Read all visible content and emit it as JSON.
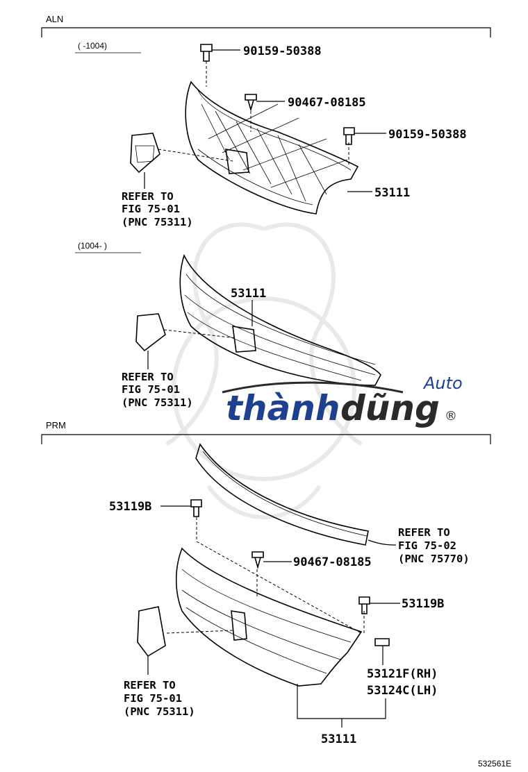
{
  "sections": {
    "aln": {
      "label": "ALN",
      "early": {
        "range": "(      -1004)",
        "parts": [
          "90159-50388",
          "90467-08185",
          "90159-50388",
          "53111"
        ],
        "refer": [
          "REFER TO",
          "FIG 75-01",
          "(PNC 75311)"
        ]
      },
      "late": {
        "range": "(1004-      )",
        "parts": [
          "53111"
        ],
        "refer": [
          "REFER TO",
          "FIG 75-01",
          "(PNC 75311)"
        ]
      }
    },
    "prm": {
      "label": "PRM",
      "parts": [
        "53119B",
        "90467-08185",
        "53119B",
        "53121F(RH)",
        "53124C(LH)",
        "53111"
      ],
      "refer_upper": [
        "REFER TO",
        "FIG 75-02",
        "(PNC 75770)"
      ],
      "refer_lower": [
        "REFER TO",
        "FIG 75-01",
        "(PNC 75311)"
      ]
    }
  },
  "diagram_id": "532561E",
  "watermark": {
    "brand": "thành",
    "brand2": "dũng",
    "suffix": "Auto",
    "registered": "®",
    "color_primary": "#1f3f8f",
    "color_secondary": "#2a2a2a"
  }
}
